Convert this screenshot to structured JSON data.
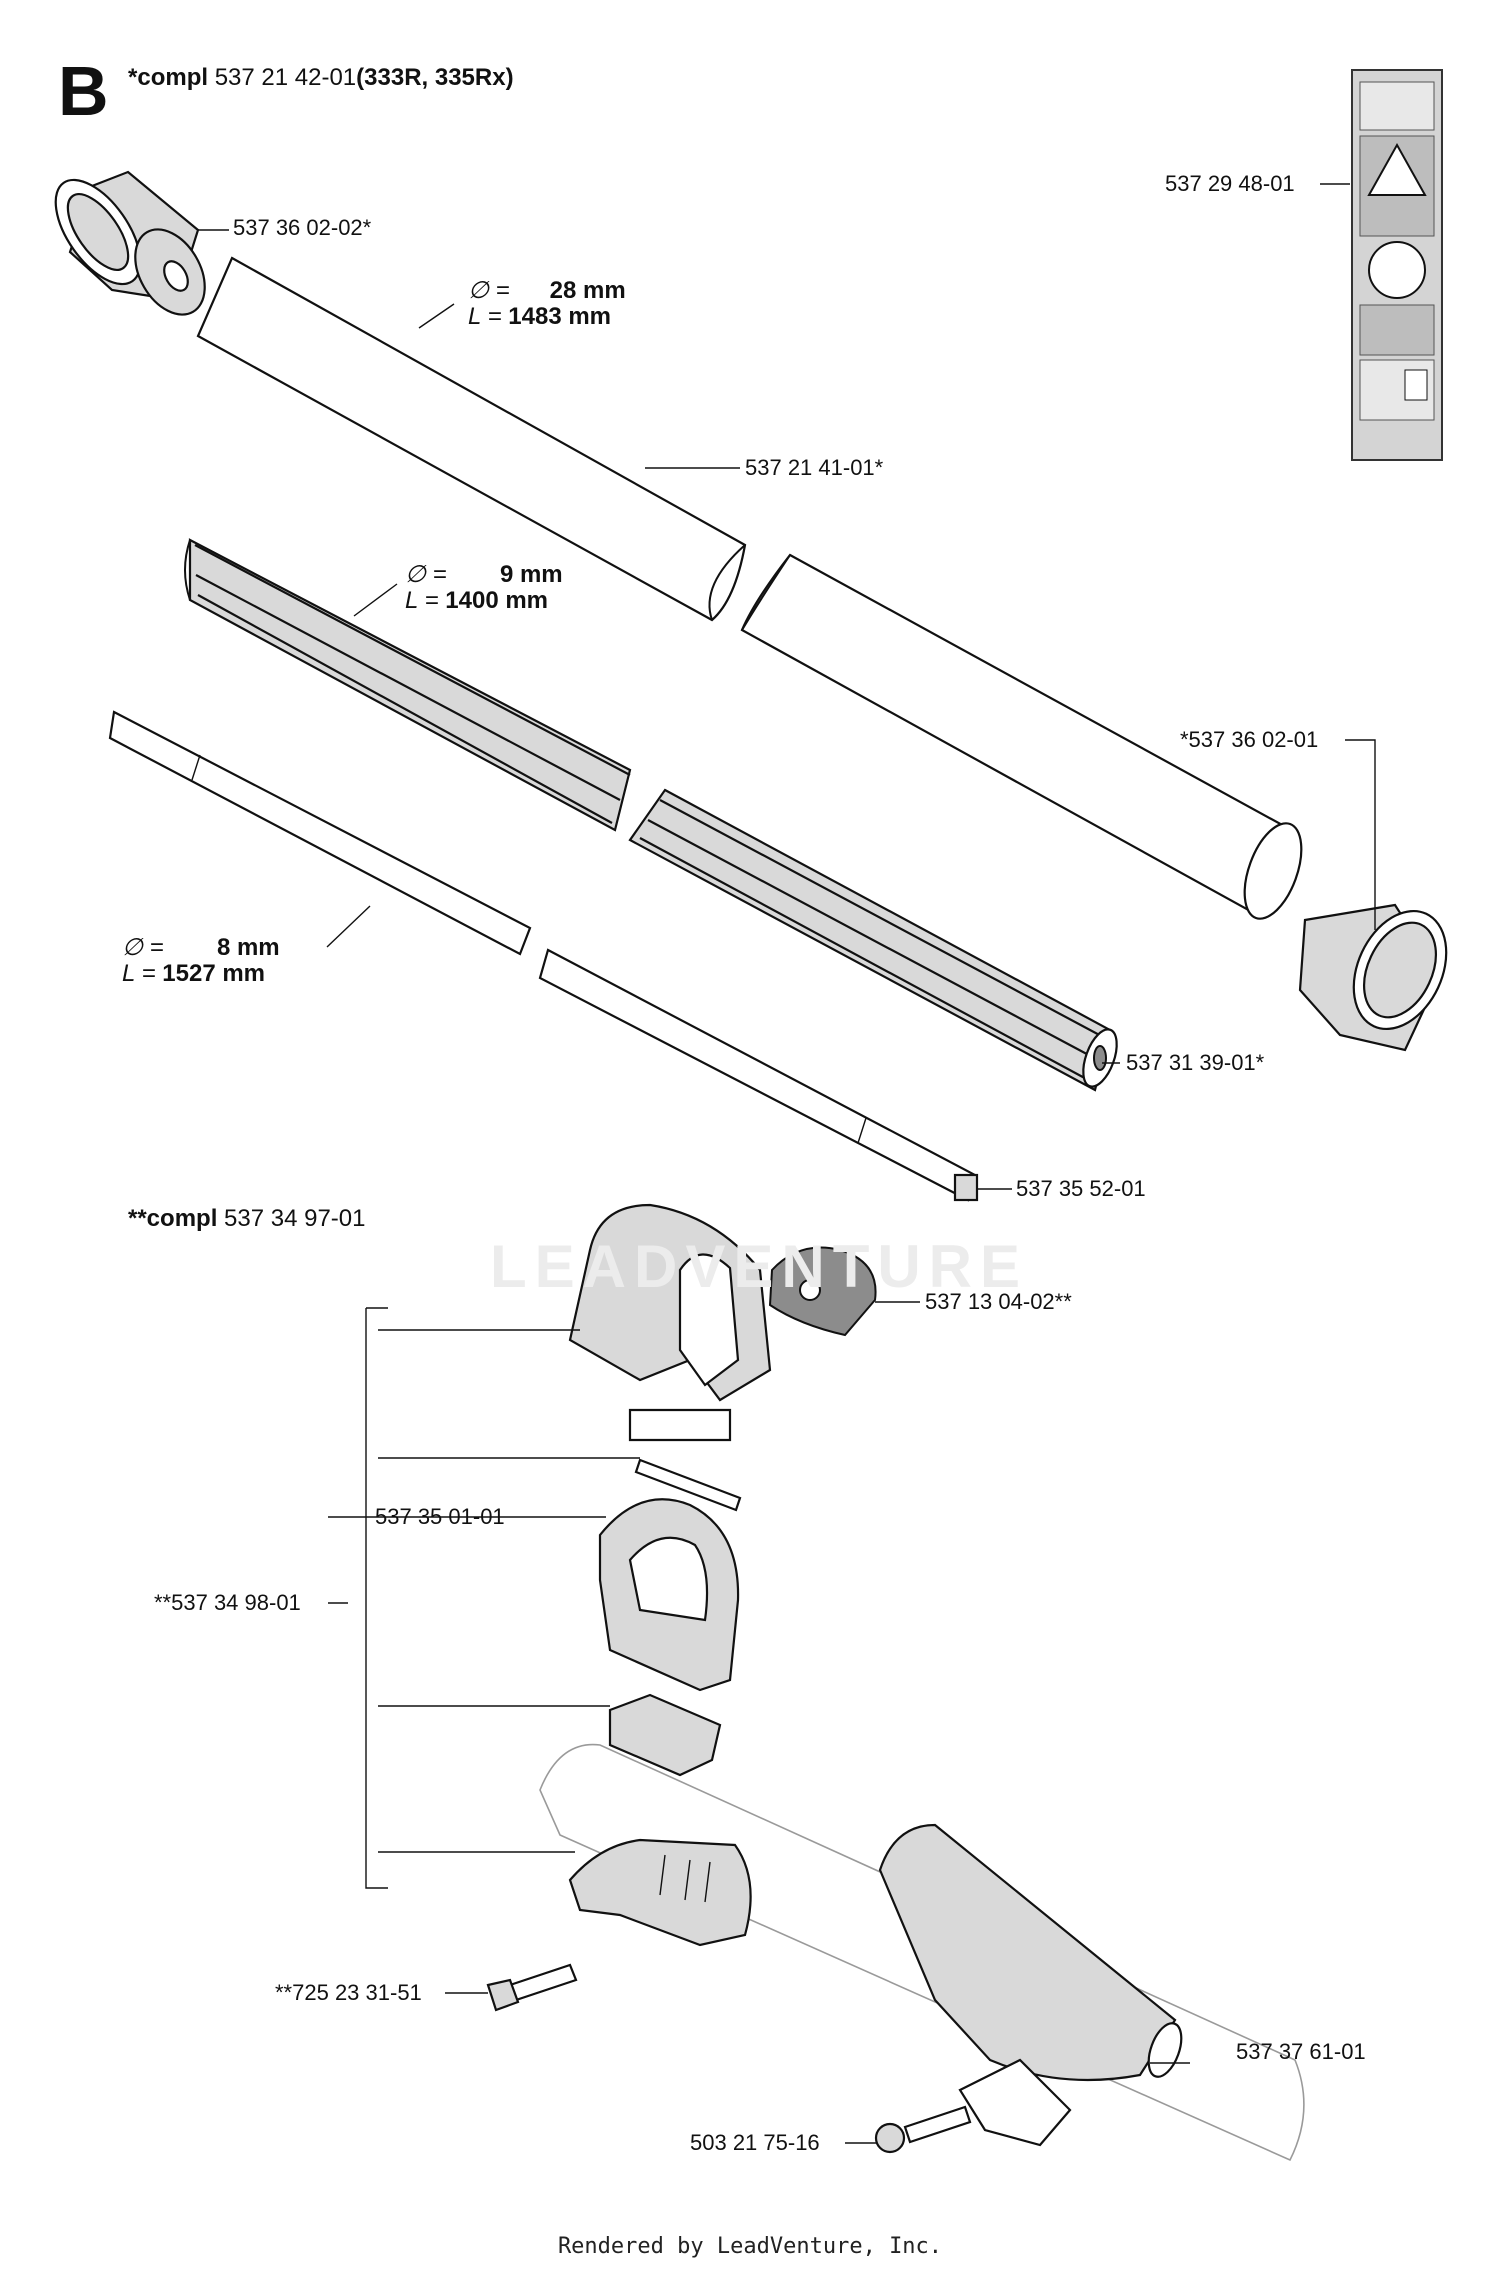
{
  "section": "B",
  "header1": {
    "prefix": "*compl",
    "part": "537 21 42-01",
    "models": "(333R, 335Rx)"
  },
  "header2": {
    "prefix": "**compl",
    "part": "537 34 97-01"
  },
  "labels": {
    "end_cap_top": "537 36 02-02*",
    "shaft_tube": "537 21 41-01*",
    "decal": "537 29 48-01",
    "end_cap_bottom": "*537 36 02-01",
    "liner": "537 31 39-01*",
    "drive_shaft": "537 35 52-01",
    "knob": "537 13 04-02**",
    "loop": "537 35 01-01",
    "handle_assy": "**537 34 98-01",
    "screw_1": "**725 23 31-51",
    "bracket": "537 37 61-01",
    "screw_2": "503 21 75-16"
  },
  "dimensions": {
    "tube": {
      "d_sym": "∅ =",
      "d_val": "28 mm",
      "l_sym": "L =",
      "l_val": "1483 mm"
    },
    "liner": {
      "d_sym": "∅ =",
      "d_val": "9 mm",
      "l_sym": "L =",
      "l_val": "1400 mm"
    },
    "shaft": {
      "d_sym": "∅ =",
      "d_val": "8 mm",
      "l_sym": "L =",
      "l_val": "1527 mm"
    }
  },
  "watermark": "LEADVENTURE",
  "footer": "Rendered by LeadVenture, Inc."
}
